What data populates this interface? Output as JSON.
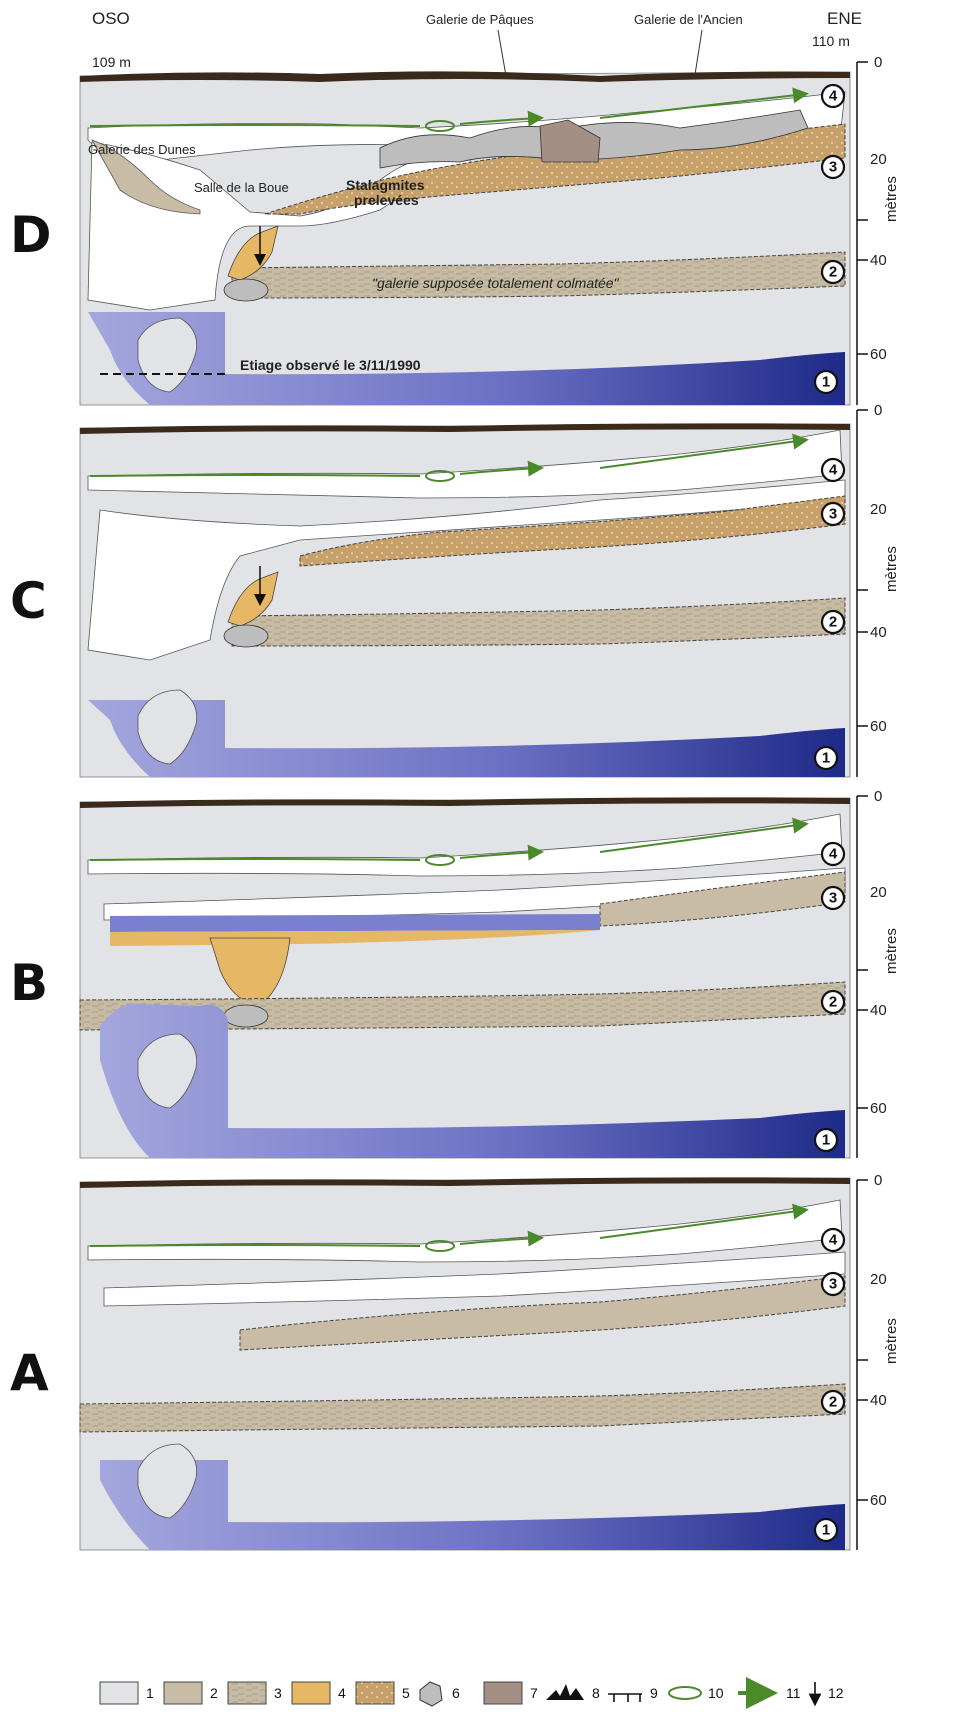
{
  "header": {
    "left_direction": "OSO",
    "right_direction": "ENE",
    "left_altitude": "109 m",
    "right_altitude": "110 m"
  },
  "labels": {
    "galerie_paques": "Galerie de Pâques",
    "galerie_ancien": "Galerie de l'Ancien",
    "galerie_dunes": "Galerie des Dunes",
    "salle_boue": "Salle de la Boue",
    "stalagmites_line1": "Stalagmites",
    "stalagmites_line2": "prelevées",
    "galerie_supposee": "\"galerie supposée totalement colmatée\"",
    "etiage": "Etiage observé le 3/11/1990"
  },
  "panels": [
    {
      "letter": "D",
      "levels": [
        "1",
        "2",
        "3",
        "4"
      ]
    },
    {
      "letter": "C",
      "levels": [
        "1",
        "2",
        "3",
        "4"
      ]
    },
    {
      "letter": "B",
      "levels": [
        "1",
        "2",
        "3",
        "4"
      ]
    },
    {
      "letter": "A",
      "levels": [
        "1",
        "2",
        "3",
        "4"
      ]
    }
  ],
  "scale": {
    "unit_label": "mètres",
    "ticks": [
      "0",
      "20",
      "40",
      "60"
    ]
  },
  "legend": [
    {
      "num": "1",
      "swatch": "limestone",
      "color": "#e2e3e6"
    },
    {
      "num": "2",
      "swatch": "clay",
      "color": "#c9bca6"
    },
    {
      "num": "3",
      "swatch": "laminated-clay",
      "color": "#c4b89e"
    },
    {
      "num": "4",
      "swatch": "sand",
      "color": "#e6b865"
    },
    {
      "num": "5",
      "swatch": "sand-dotted",
      "color": "#c8a069"
    },
    {
      "num": "6",
      "swatch": "blocks",
      "color": "#bbbbbb"
    },
    {
      "num": "7",
      "swatch": "dark-clay",
      "color": "#a38f83"
    },
    {
      "num": "8",
      "swatch": "speleothems",
      "color": "#111111"
    },
    {
      "num": "9",
      "swatch": "gours",
      "color": "#111111"
    },
    {
      "num": "10",
      "swatch": "loop-arrow",
      "color": "#4a8a2a"
    },
    {
      "num": "11",
      "swatch": "flow-arrow",
      "color": "#4a8a2a"
    },
    {
      "num": "12",
      "swatch": "drip-arrow",
      "color": "#111111"
    }
  ],
  "colors": {
    "rock": "#e2e3e6",
    "clay": "#c9bca6",
    "sand": "#e6b865",
    "sand_dotted": "#c8a069",
    "water_light": "#a3a6dc",
    "water_dark": "#1f2a8a",
    "soil": "#3a2a1c",
    "flow": "#4a8a2a"
  }
}
